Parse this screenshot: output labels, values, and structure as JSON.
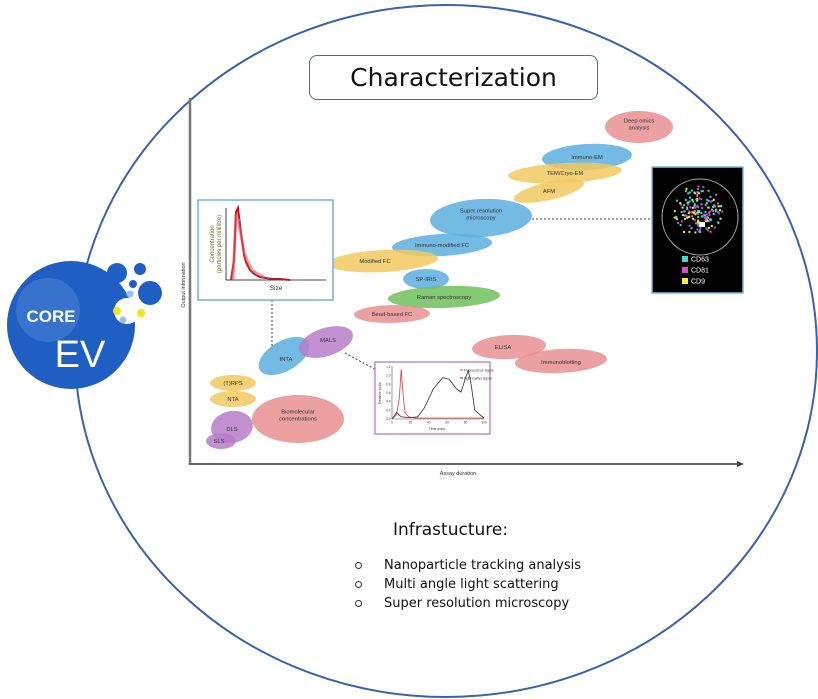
{
  "title": "Characterization",
  "logo": {
    "text_top": "CORE",
    "text_bottom": "EV",
    "color": "#1f5fc4"
  },
  "chart_data": {
    "type": "diagram",
    "xlabel": "Assay duration",
    "ylabel": "Output information",
    "methods": [
      {
        "label": "Deep omics analysis",
        "lines": [
          "Deep omics",
          "analysis"
        ],
        "group": "omics",
        "color": "#e88f92"
      },
      {
        "label": "Immuno-EM",
        "lines": [
          "Immuno-EM"
        ],
        "group": "imaging",
        "color": "#5aaee0"
      },
      {
        "label": "TEM/Cryo-EM",
        "lines": [
          "TEM/Cryo-EM"
        ],
        "group": "em",
        "color": "#f2c85f"
      },
      {
        "label": "AFM",
        "lines": [
          "AFM"
        ],
        "group": "em",
        "color": "#f2c85f"
      },
      {
        "label": "Super resolution microscopy",
        "lines": [
          "Super resolution",
          "microscopy"
        ],
        "group": "imaging",
        "color": "#5aaee0"
      },
      {
        "label": "Immuno-modified FC",
        "lines": [
          "Immuno-modified FC"
        ],
        "group": "imaging",
        "color": "#5aaee0"
      },
      {
        "label": "Modified FC",
        "lines": [
          "Modified FC"
        ],
        "group": "em",
        "color": "#f2c85f"
      },
      {
        "label": "SP-IRIS",
        "lines": [
          "SP-IRIS"
        ],
        "group": "imaging",
        "color": "#5aaee0"
      },
      {
        "label": "Raman spectroscopy",
        "lines": [
          "Raman spectroscopy"
        ],
        "group": "raman",
        "color": "#6fbf5a"
      },
      {
        "label": "Bead-based FC",
        "lines": [
          "Bead-based FC"
        ],
        "group": "omics",
        "color": "#e88f92"
      },
      {
        "label": "ELISA",
        "lines": [
          "ELISA"
        ],
        "group": "omics",
        "color": "#e88f92"
      },
      {
        "label": "Immunoblotting",
        "lines": [
          "Immunoblotting"
        ],
        "group": "omics",
        "color": "#e88f92"
      },
      {
        "label": "fNTA",
        "lines": [
          "fNTA"
        ],
        "group": "imaging",
        "color": "#5aaee0"
      },
      {
        "label": "MALS",
        "lines": [
          "MALS"
        ],
        "group": "scatter",
        "color": "#b77cc9"
      },
      {
        "label": "(T)RPS",
        "lines": [
          "(T)RPS"
        ],
        "group": "em",
        "color": "#f2c85f"
      },
      {
        "label": "NTA",
        "lines": [
          "NTA"
        ],
        "group": "em",
        "color": "#f2c85f"
      },
      {
        "label": "Biomolecular concentrations",
        "lines": [
          "Biomolecular",
          "concentrations"
        ],
        "group": "omics",
        "color": "#e88f92"
      },
      {
        "label": "DLS",
        "lines": [
          "DLS"
        ],
        "group": "scatter",
        "color": "#b77cc9"
      },
      {
        "label": "SLS",
        "lines": [
          "SLS"
        ],
        "group": "scatter",
        "color": "#b77cc9"
      }
    ],
    "inset_size_distribution": {
      "ylabel_lines": [
        "Concentration",
        "(particles per millilitre)"
      ],
      "xlabel": "Size",
      "border_color": "#6fb1e0"
    },
    "inset_fluorescence": {
      "ylabel": "Relative scale",
      "xlabel": "Time (min)",
      "x_ticks": [
        "0",
        "20",
        "40",
        "60",
        "80",
        "100"
      ],
      "y_ticks": [
        "0.0",
        "0.2",
        "0.4",
        "0.6",
        "0.8",
        "1.0",
        "1.2"
      ],
      "legend": [
        "Fluorescence signal",
        "Light scatter signal"
      ],
      "series": [
        {
          "name": "Fluorescence signal",
          "color": "#d9534f",
          "x": [
            0,
            5,
            8,
            10,
            12,
            14,
            18,
            25,
            40,
            60,
            80,
            100
          ],
          "y": [
            0.0,
            0.1,
            0.5,
            1.15,
            0.6,
            0.15,
            0.05,
            0.02,
            0.02,
            0.02,
            0.02,
            0.02
          ]
        },
        {
          "name": "Light scatter signal",
          "color": "#444444",
          "x": [
            0,
            5,
            10,
            20,
            28,
            35,
            45,
            55,
            62,
            70,
            75,
            80,
            83,
            86,
            90,
            100
          ],
          "y": [
            0.0,
            0.15,
            0.05,
            0.03,
            0.05,
            0.25,
            0.7,
            0.95,
            0.92,
            0.7,
            0.62,
            0.95,
            1.12,
            0.8,
            0.2,
            0.02
          ]
        }
      ]
    },
    "inset_microscopy": {
      "legend": [
        {
          "label": "CD63",
          "color": "#3fd7d2"
        },
        {
          "label": "CD81",
          "color": "#d24fc2"
        },
        {
          "label": "CD9",
          "color": "#f5ee3a"
        }
      ]
    }
  },
  "infrastructure": {
    "title": "Infrastucture:",
    "items": [
      "Nanoparticle tracking analysis",
      "Multi angle light scattering",
      "Super resolution microscopy"
    ]
  },
  "colors": {
    "circle": "#3a62a8",
    "axis": "#555555",
    "title_border": "#4a6aa2"
  }
}
